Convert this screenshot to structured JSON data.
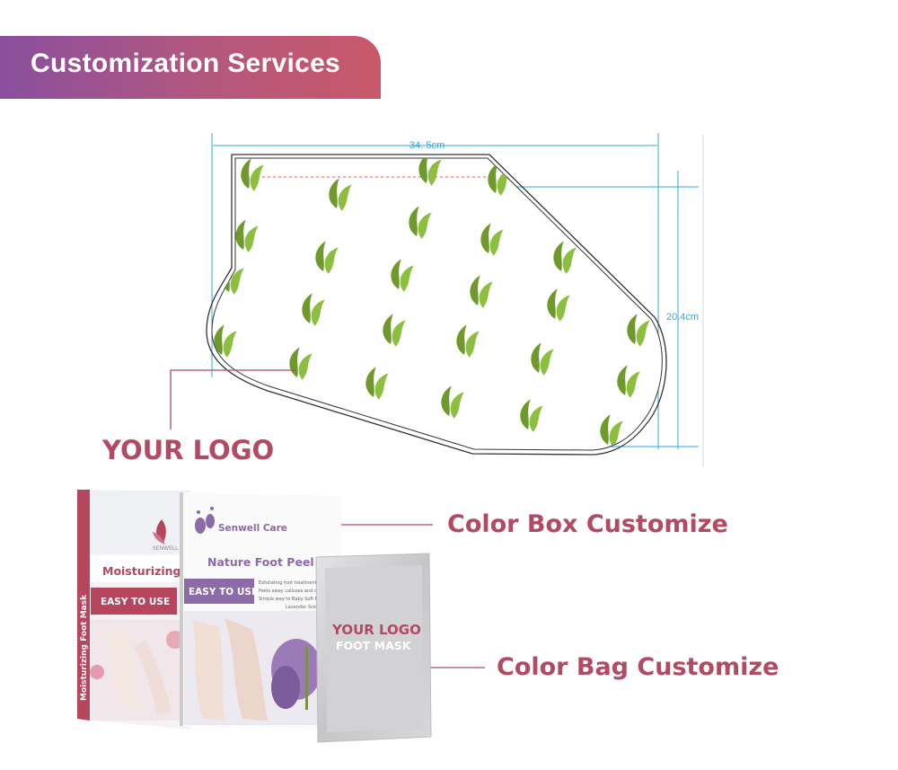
{
  "header": {
    "title": "Customization Services"
  },
  "diagram": {
    "width_label": "34. 5cm",
    "height_label": "20.4cm"
  },
  "labels": {
    "your_logo": "YOUR LOGO",
    "color_box": "Color Box Customize",
    "color_bag": "Color Bag Customize"
  },
  "product": {
    "back_box": {
      "brand_short": "SENWELL CARE",
      "title": "Moisturizing",
      "badge": "EASY TO USE",
      "side_text": "Moisturizing Foot Mask"
    },
    "front_box": {
      "brand": "Senwell Care",
      "title": "Nature Foot Peel Mask",
      "badge": "EASY TO USE",
      "bullets": [
        "Exfoliating foot treatment",
        "Peels away calluses and dead",
        "Simple way to Baby Soft Feet"
      ],
      "scent": "Lavender Scent"
    },
    "bag": {
      "logo": "YOUR LOGO",
      "product": "FOOT MASK"
    }
  },
  "colors": {
    "accent": "#b24a63",
    "banner_start": "#8a4f9e",
    "banner_end": "#c9596a",
    "dimension": "#35a7d8",
    "leaf_light": "#8cbf3f",
    "leaf_dark": "#5a7a22",
    "lavender": "#8d6aa8"
  }
}
